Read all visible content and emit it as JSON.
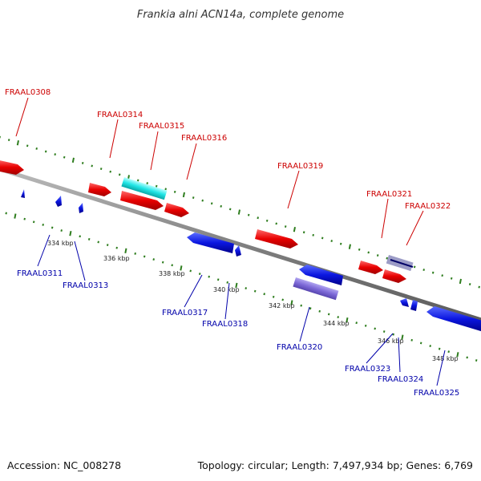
{
  "title": "Frankia alni ACN14a, complete genome",
  "footer": {
    "accession": "Accession: NC_008278",
    "summary": "Topology: circular; Length: 7,497,934 bp; Genes: 6,769"
  },
  "colors": {
    "forward_label": "#cc0000",
    "reverse_label": "#0000aa",
    "backbone": "#888888",
    "tick": "#2e7d1e"
  },
  "scale_ticks": [
    "334 kbp",
    "336 kbp",
    "338 kbp",
    "340 kbp",
    "342 kbp",
    "344 kbp",
    "346 kbp",
    "348 kbp"
  ],
  "forward_labels": [
    "FRAAL0308",
    "FRAAL0314",
    "FRAAL0315",
    "FRAAL0316",
    "FRAAL0319",
    "FRAAL0321",
    "FRAAL0322"
  ],
  "reverse_labels": [
    "FRAAL0311",
    "FRAAL0313",
    "FRAAL0317",
    "FRAAL0318",
    "FRAAL0320",
    "FRAAL0323",
    "FRAAL0324",
    "FRAAL0325"
  ]
}
